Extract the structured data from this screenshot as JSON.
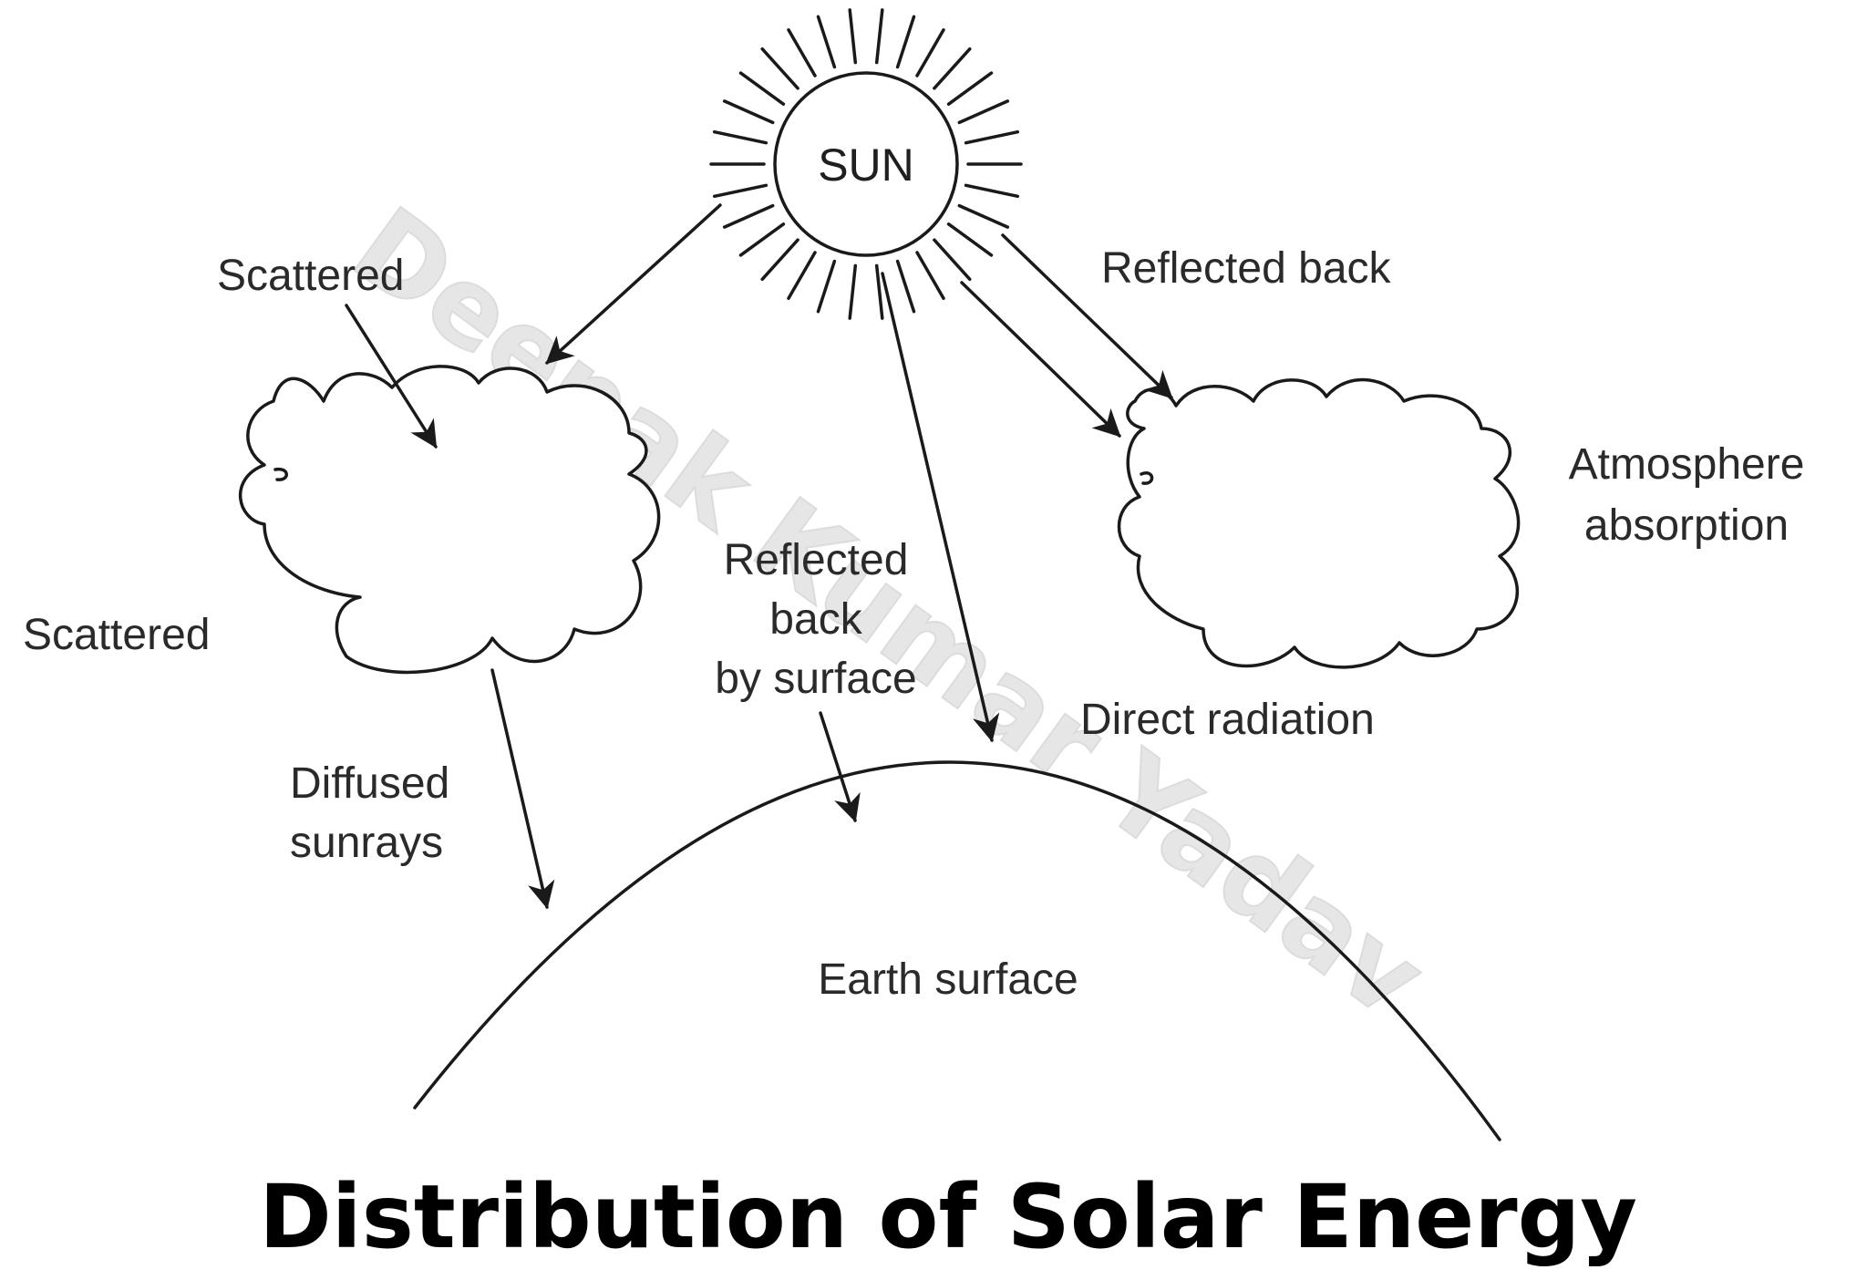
{
  "diagram": {
    "title": "Distribution of Solar Energy",
    "watermark": "Deepak Kumar Yadav",
    "sun": {
      "label": "SUN"
    },
    "labels": {
      "scattered_top": "Scattered",
      "scattered_left": "Scattered",
      "diffused_line1": "Diffused",
      "diffused_line2": "sunrays",
      "reflected_surface_line1": "Reflected",
      "reflected_surface_line2": "back",
      "reflected_surface_line3": "by surface",
      "reflected_back": "Reflected back",
      "atmosphere_line1": "Atmosphere",
      "atmosphere_line2": "absorption",
      "direct_radiation": "Direct radiation",
      "earth_surface": "Earth surface"
    }
  }
}
